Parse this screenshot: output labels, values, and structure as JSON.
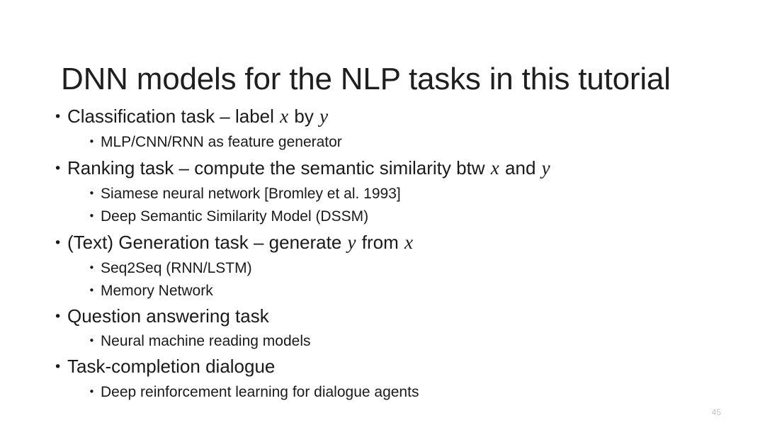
{
  "slide": {
    "title": "DNN models for the NLP tasks in this tutorial",
    "slide_number": "45",
    "background_color": "#ffffff",
    "title_color": "#1f1f1f",
    "body_color": "#1a1a1a",
    "slide_number_color": "#c2c2c2",
    "bullet_glyph": "•"
  },
  "content": {
    "items": [
      {
        "level": 1,
        "text_before": "Classification task – label ",
        "var1": "x",
        "text_middle": " by ",
        "var2": "y",
        "text_after": "",
        "plain": "Classification task – label x by y"
      },
      {
        "level": 2,
        "plain": "MLP/CNN/RNN as feature generator"
      },
      {
        "level": 1,
        "text_before": "Ranking task – compute the semantic similarity btw ",
        "var1": "x",
        "text_middle": " and ",
        "var2": "y",
        "text_after": "",
        "plain": "Ranking task – compute the semantic similarity btw x and y"
      },
      {
        "level": 2,
        "plain": "Siamese neural network [Bromley et al. 1993]"
      },
      {
        "level": 2,
        "plain": "Deep Semantic Similarity Model (DSSM)"
      },
      {
        "level": 1,
        "text_before": "(Text) Generation task – generate ",
        "var1": "y",
        "text_middle": " from ",
        "var2": "x",
        "text_after": "",
        "plain": "(Text) Generation task – generate y from x"
      },
      {
        "level": 2,
        "plain": "Seq2Seq (RNN/LSTM)"
      },
      {
        "level": 2,
        "plain": "Memory Network"
      },
      {
        "level": 1,
        "text_before": "Question answering task",
        "plain": "Question answering task"
      },
      {
        "level": 2,
        "plain": "Neural machine reading models"
      },
      {
        "level": 1,
        "text_before": "Task-completion dialogue",
        "plain": "Task-completion dialogue"
      },
      {
        "level": 2,
        "plain": "Deep reinforcement learning for dialogue agents"
      }
    ]
  }
}
